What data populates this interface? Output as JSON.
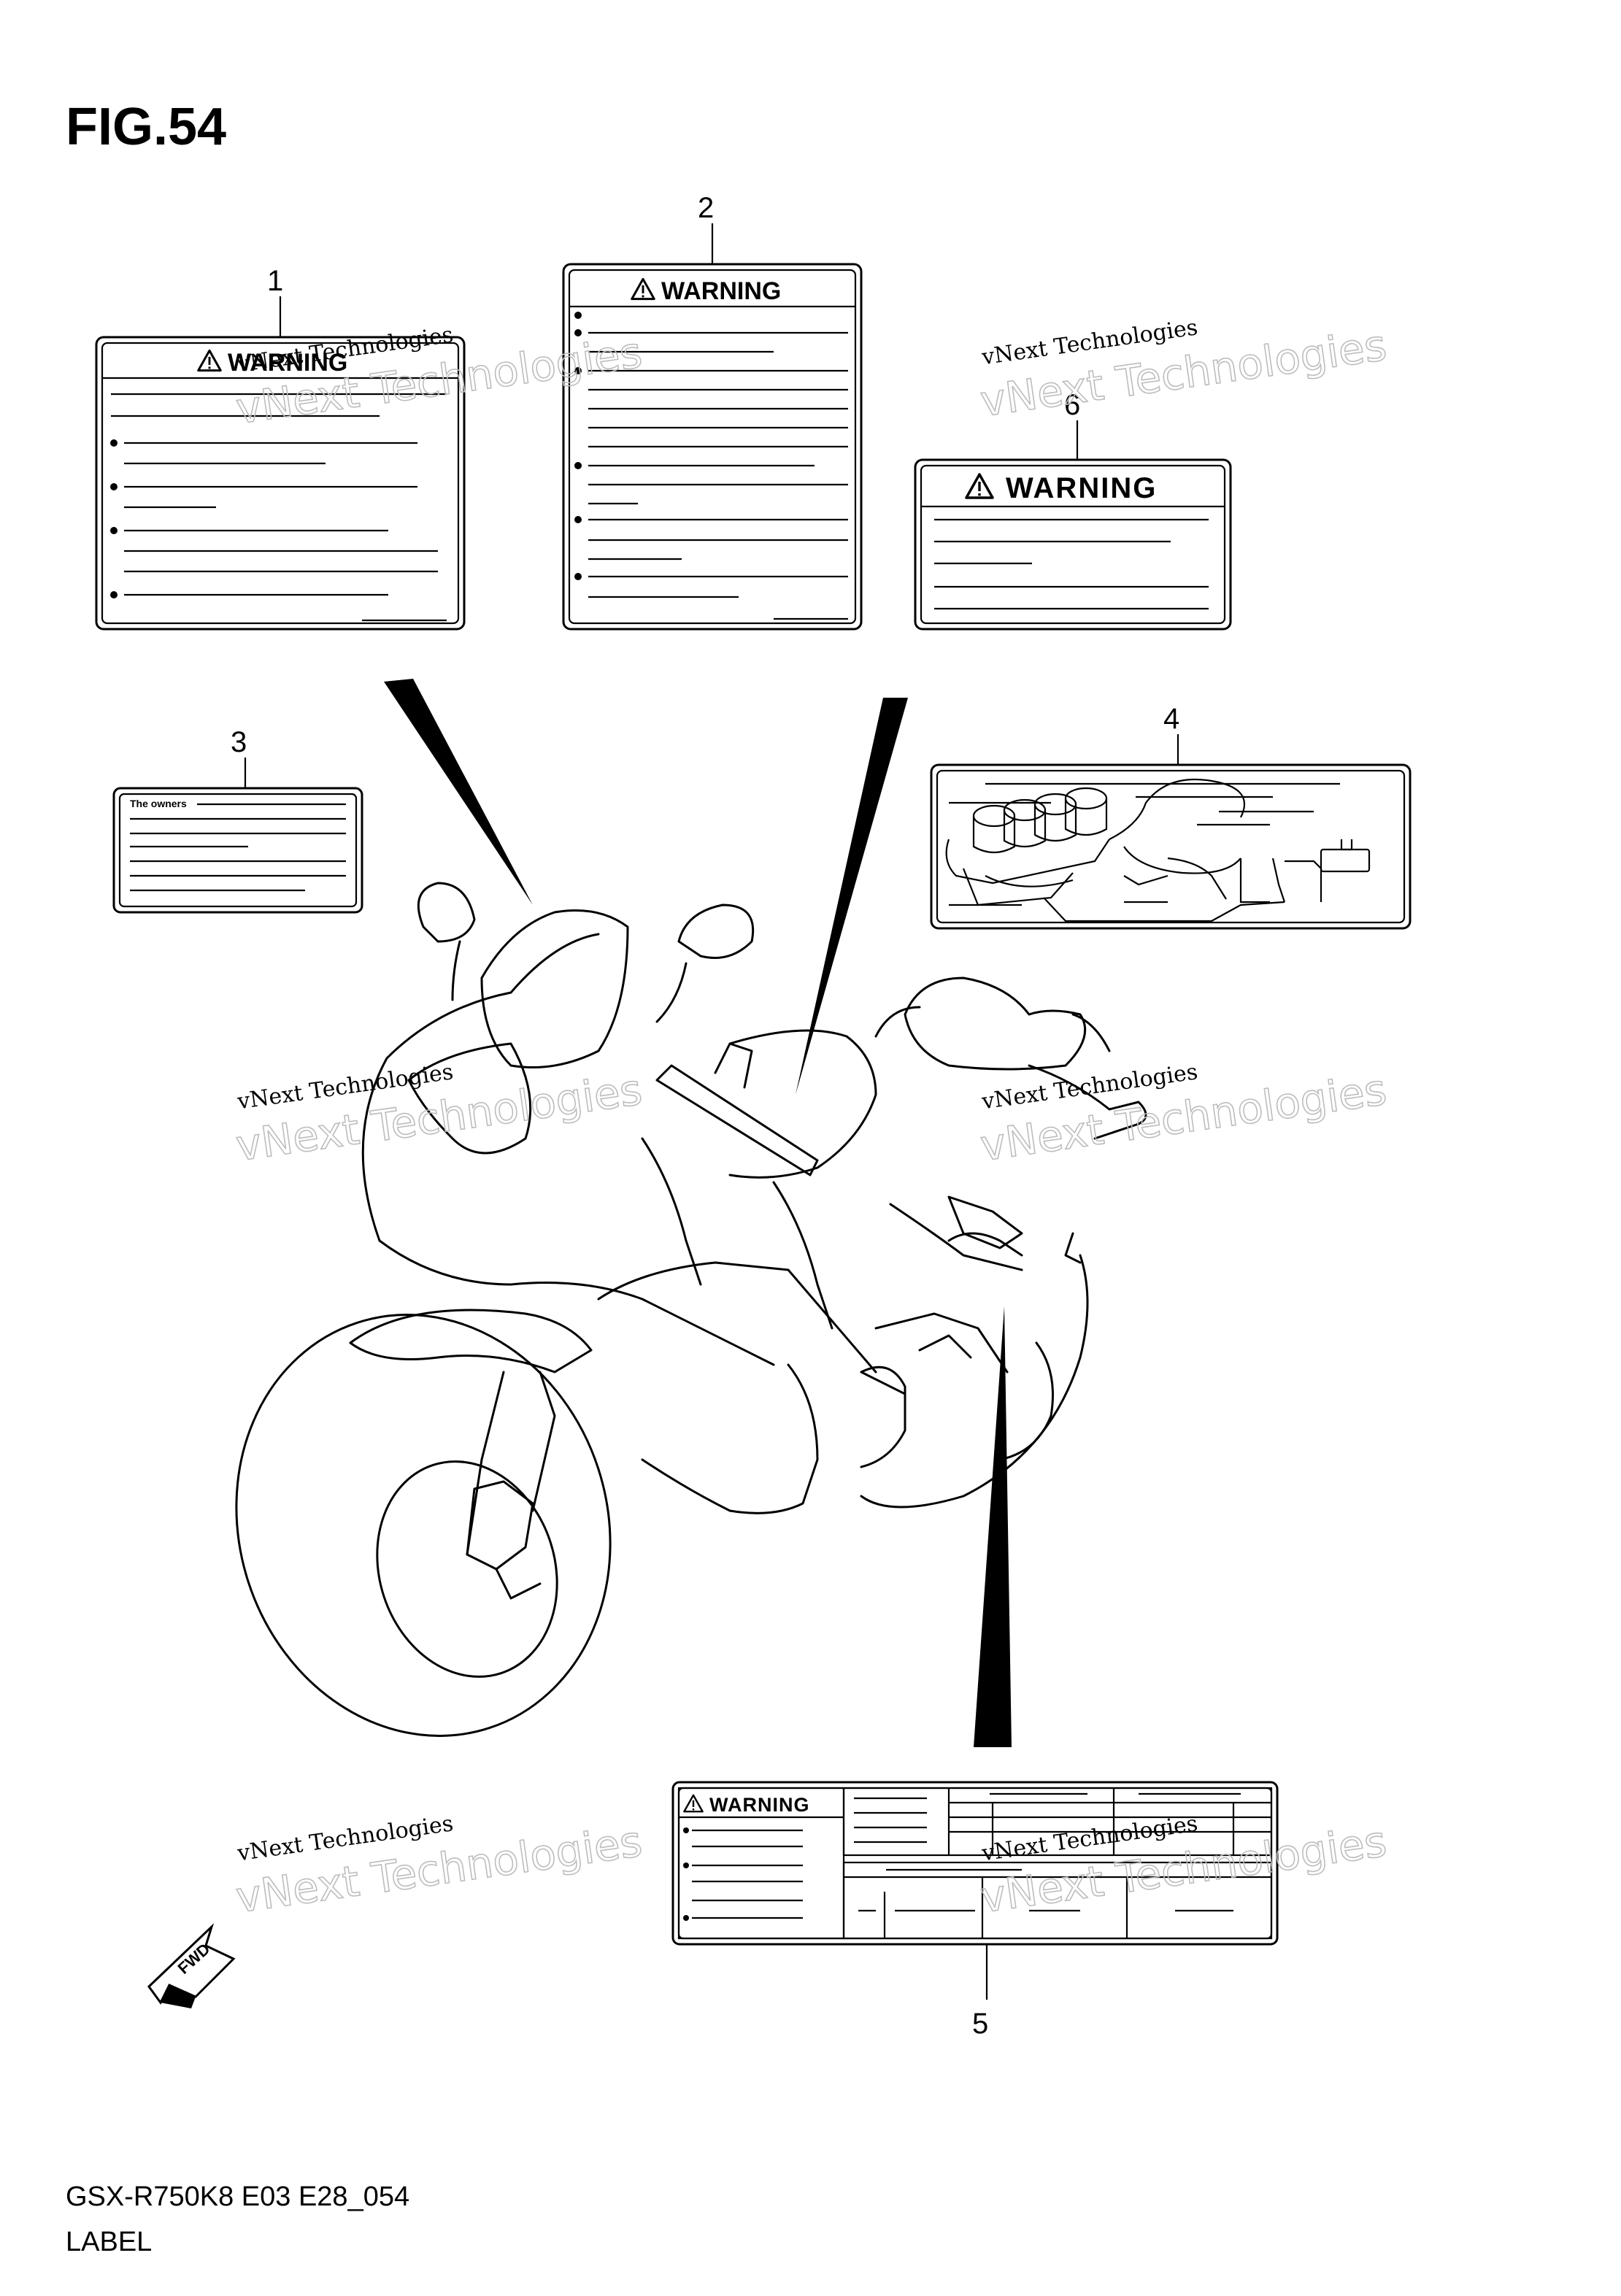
{
  "figure": {
    "title": "FIG.54"
  },
  "callouts": [
    "1",
    "2",
    "3",
    "4",
    "5",
    "6"
  ],
  "labels": {
    "warning_text": "WARNING",
    "label3_heading": "The owners",
    "fwd_text": "FWD"
  },
  "watermark": {
    "line1": "vNext Technologies",
    "logo": "vNext Technologies"
  },
  "footer": {
    "code": "GSX-R750K8 E03 E28_054",
    "caption": "LABEL"
  }
}
